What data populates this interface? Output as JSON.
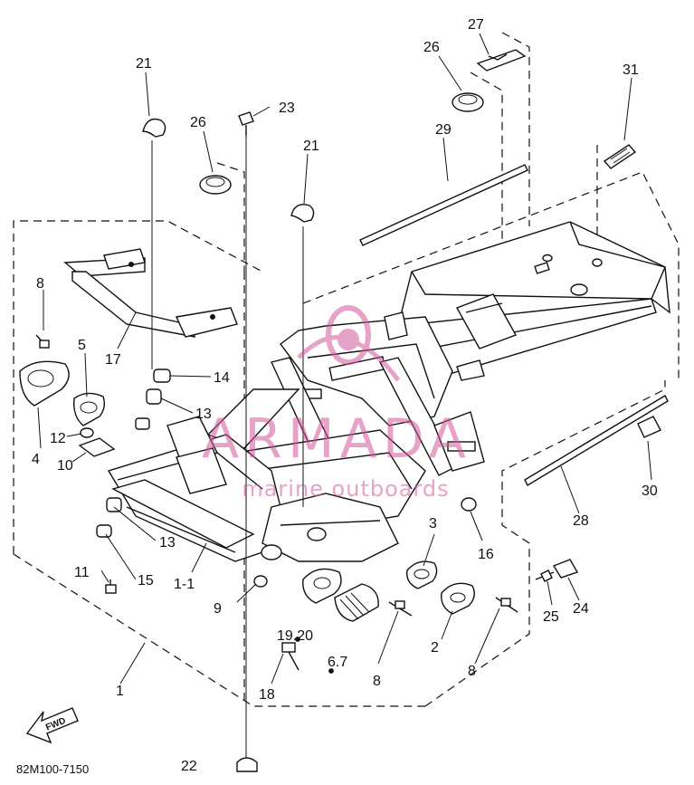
{
  "diagram": {
    "code": "82M100-7150",
    "fwd_label": "FWD",
    "watermark": {
      "brand": "ARMADA",
      "tagline": "marine outboards",
      "color": "#d4579b"
    },
    "callouts": [
      {
        "id": "c1",
        "text": "1"
      },
      {
        "id": "c1-1",
        "text": "1-1"
      },
      {
        "id": "c2",
        "text": "2"
      },
      {
        "id": "c3",
        "text": "3"
      },
      {
        "id": "c4",
        "text": "4"
      },
      {
        "id": "c5",
        "text": "5"
      },
      {
        "id": "c6-7",
        "text": "6.7"
      },
      {
        "id": "c8a",
        "text": "8"
      },
      {
        "id": "c8b",
        "text": "8"
      },
      {
        "id": "c8c",
        "text": "8"
      },
      {
        "id": "c9",
        "text": "9"
      },
      {
        "id": "c10",
        "text": "10"
      },
      {
        "id": "c11",
        "text": "11"
      },
      {
        "id": "c12",
        "text": "12"
      },
      {
        "id": "c13a",
        "text": "13"
      },
      {
        "id": "c13b",
        "text": "13"
      },
      {
        "id": "c14",
        "text": "14"
      },
      {
        "id": "c15",
        "text": "15"
      },
      {
        "id": "c16",
        "text": "16"
      },
      {
        "id": "c17",
        "text": "17"
      },
      {
        "id": "c18",
        "text": "18"
      },
      {
        "id": "c19-20",
        "text": "19.20"
      },
      {
        "id": "c21a",
        "text": "21"
      },
      {
        "id": "c21b",
        "text": "21"
      },
      {
        "id": "c22",
        "text": "22"
      },
      {
        "id": "c23",
        "text": "23"
      },
      {
        "id": "c24",
        "text": "24"
      },
      {
        "id": "c25",
        "text": "25"
      },
      {
        "id": "c26a",
        "text": "26"
      },
      {
        "id": "c26b",
        "text": "26"
      },
      {
        "id": "c27",
        "text": "27"
      },
      {
        "id": "c28",
        "text": "28"
      },
      {
        "id": "c29",
        "text": "29"
      },
      {
        "id": "c30",
        "text": "30"
      },
      {
        "id": "c31",
        "text": "31"
      }
    ]
  }
}
